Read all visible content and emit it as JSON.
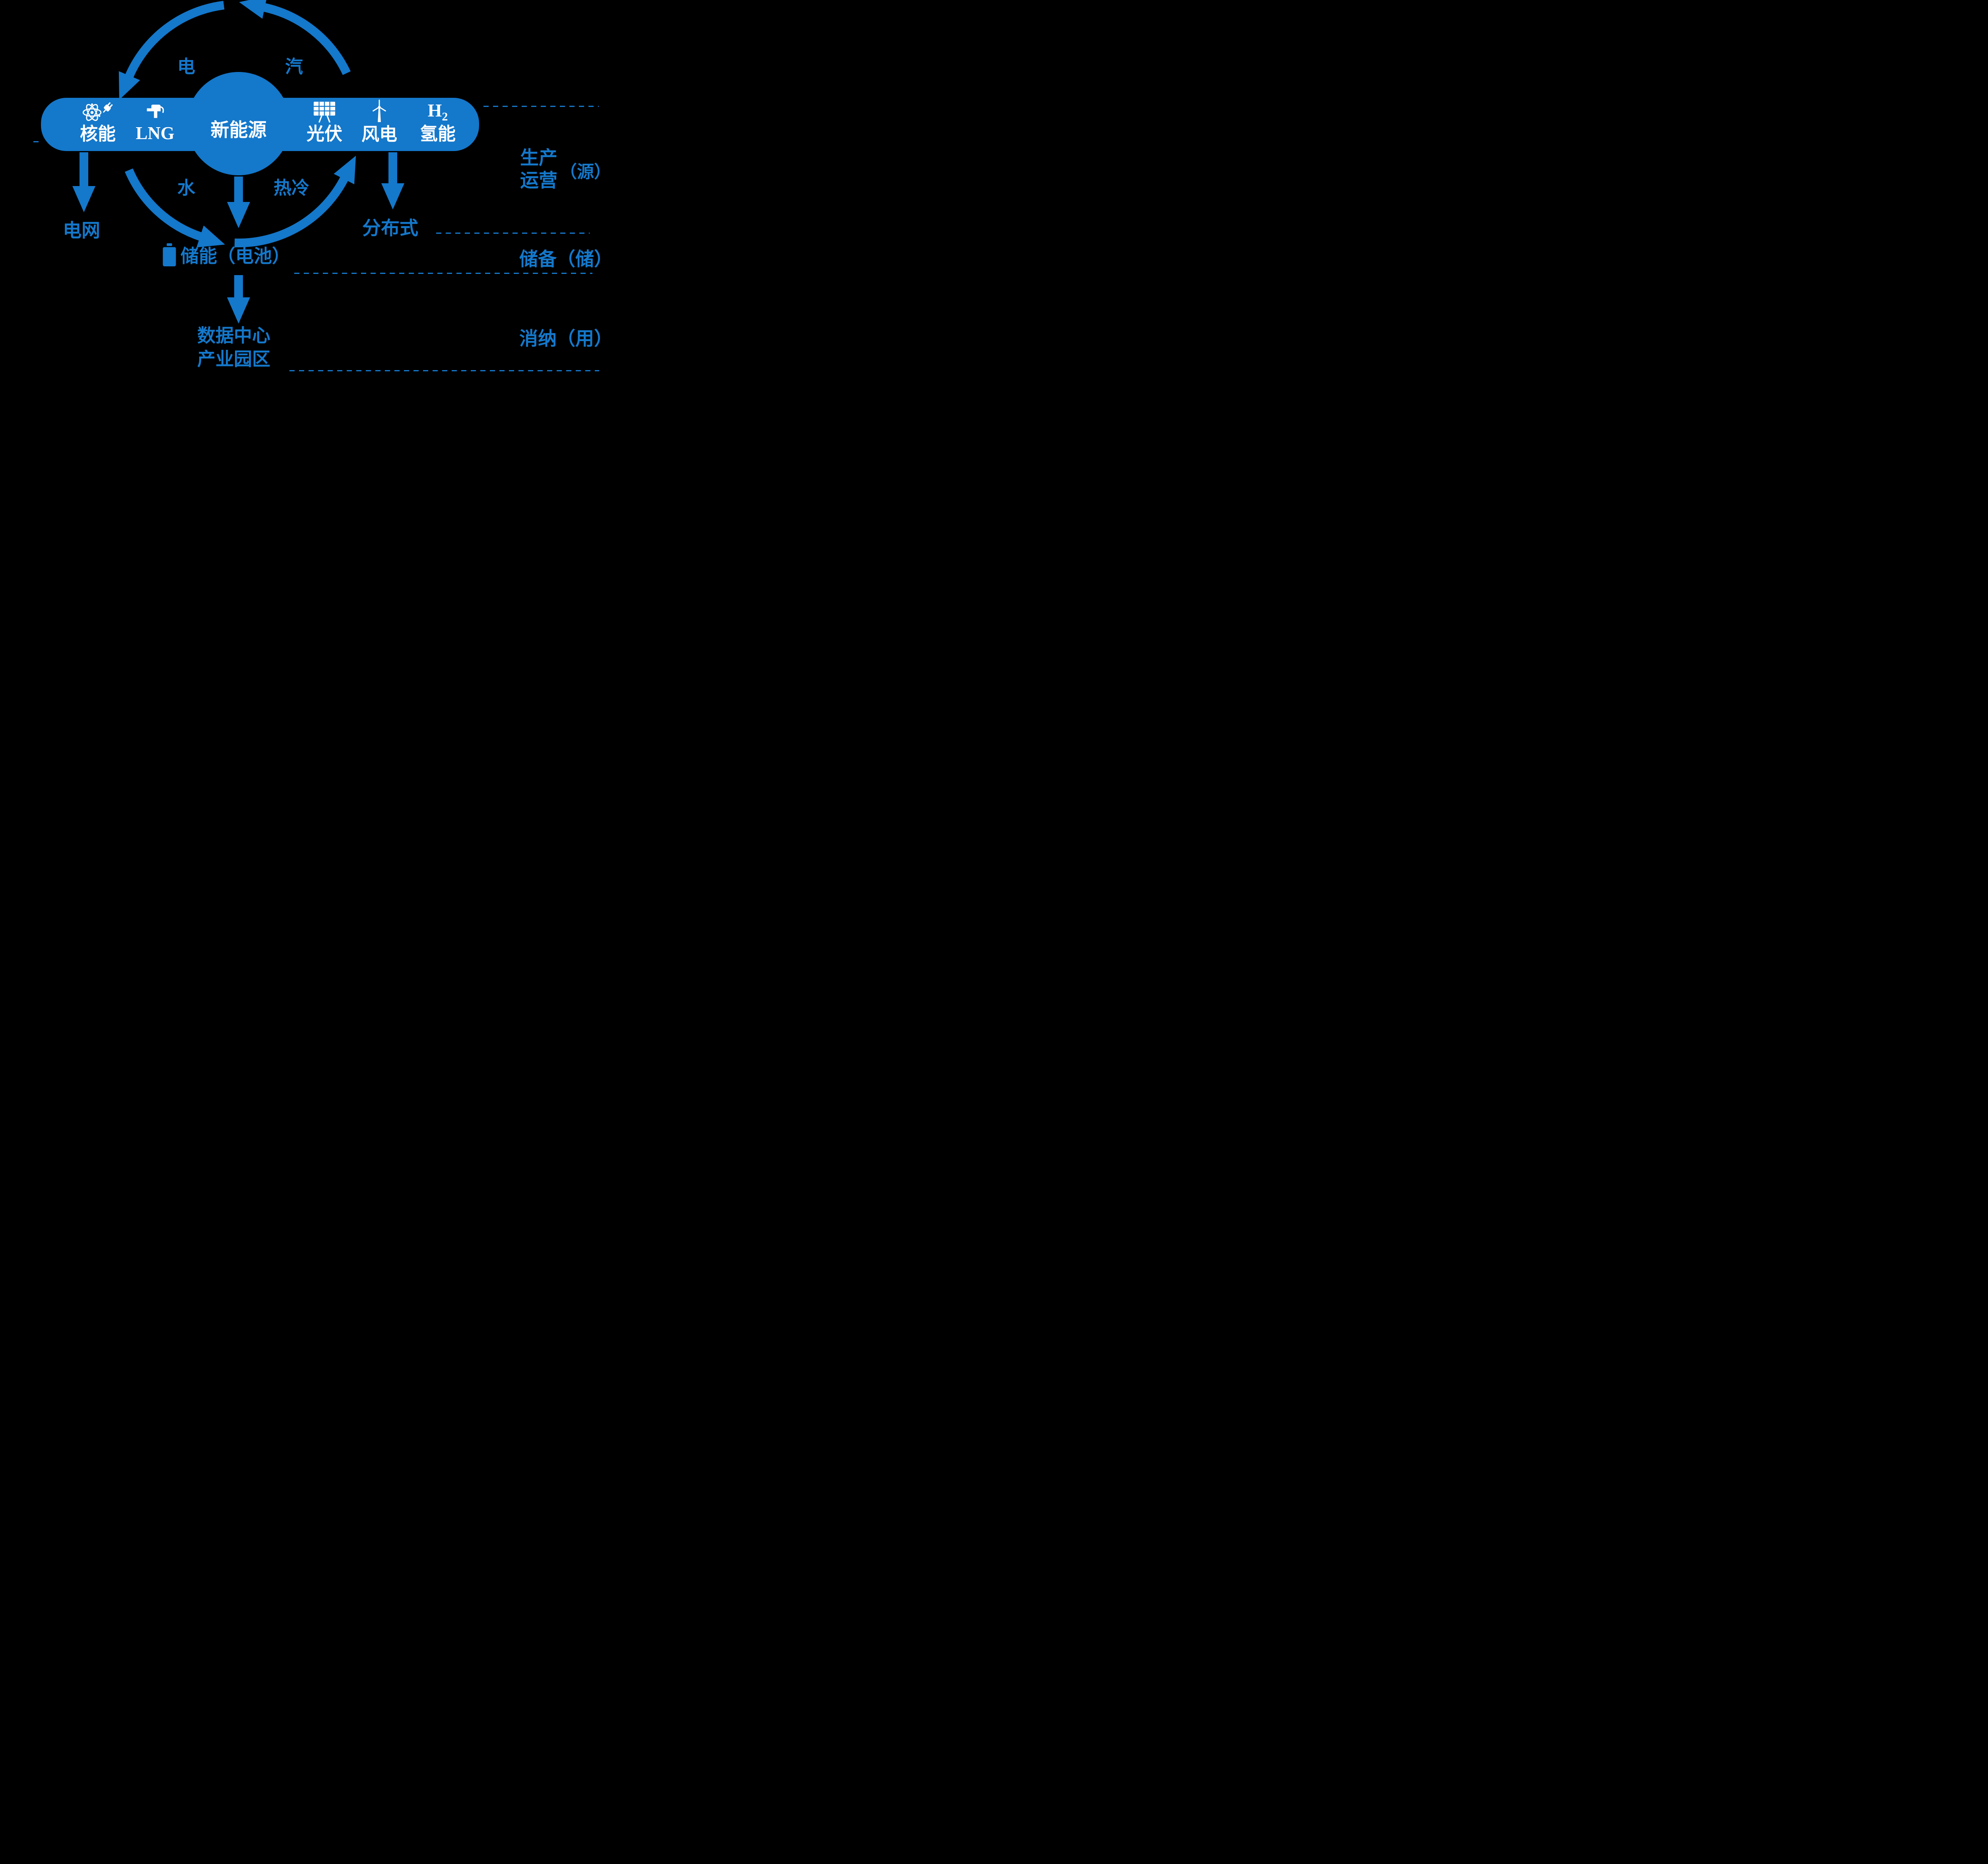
{
  "colors": {
    "background": "#000000",
    "accent": "#1478CB",
    "on_accent": "#FFFFFF"
  },
  "hub": {
    "label": "新能源"
  },
  "bar": {
    "items": [
      {
        "label": "核能",
        "icon": "atom-plug-icon"
      },
      {
        "label": "LNG",
        "icon": "fuel-nozzle-icon"
      },
      {
        "label": "光伏",
        "icon": "solar-panel-icon"
      },
      {
        "label": "风电",
        "icon": "wind-turbine-icon"
      },
      {
        "label": "氢能",
        "icon": "hydrogen-formula",
        "formula_base": "H",
        "formula_sub": "2"
      }
    ]
  },
  "cycle": {
    "electricity": "电",
    "steam": "汽",
    "water": "水",
    "heat_cold": "热冷"
  },
  "nodes": {
    "grid": "电网",
    "distributed": "分布式",
    "storage": "储能（电池）",
    "storage_icon": "battery-icon",
    "datacenter": [
      "数据中心",
      "产业园区"
    ]
  },
  "stages": {
    "production_line1": "生产",
    "production_line2": "运营",
    "production_tag": "（源）",
    "reserve": "储备（储）",
    "consumption": "消纳（用）"
  }
}
